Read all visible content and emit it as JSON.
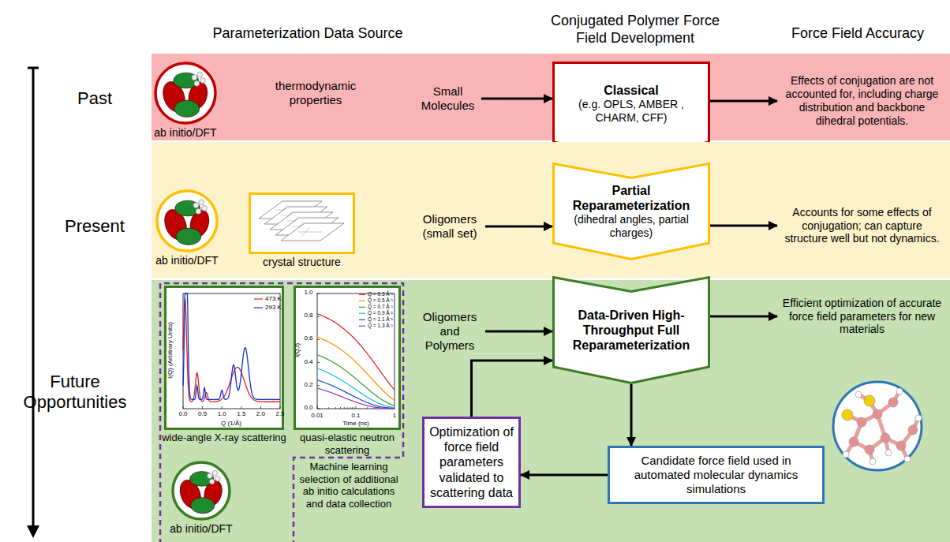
{
  "diagram": {
    "nodes": [
      {
        "text": [
          "Past"
        ]
      },
      {
        "text": [
          "ab initio/DFT"
        ],
        "in": 0
      },
      {
        "text": [
          "Small Molecules"
        ],
        "in": 0
      },
      {
        "text": [
          "Classical",
          "(e.g. OPLS, AMBER , CHARM, CFF)"
        ],
        "in": 0
      },
      {
        "text": [
          "Effects of conjugation are not accounted for, including charge distribution and backbone dihedral potentials."
        ],
        "in": 0
      },
      {
        "text": [
          "Present"
        ]
      },
      {
        "text": [
          "ab initio/DFT"
        ],
        "in": 5
      },
      {
        "text": [
          "crystal structure"
        ],
        "in": 5
      },
      {
        "text": [
          "Oligomers (small set)"
        ],
        "in": 5
      },
      {
        "text": [
          "Partial Reparameterization",
          "(dihedral angles, partial charges)"
        ],
        "in": 5
      },
      {
        "text": [
          "Accounts for some effects of conjugation; can capture structure well but not dynamics."
        ],
        "in": 5
      },
      {
        "text": [
          "Future Opportunities"
        ]
      },
      {
        "text": [
          "Machine learning selection of additional ab initio calculations and data collection"
        ],
        "in": 11
      },
      {
        "text": [
          "wide-angle X-ray scattering"
        ],
        "in": 12
      },
      {
        "text": [
          "quasi-elastic neutron scattering"
        ],
        "in": 12
      },
      {
        "text": [
          "ab initio/DFT"
        ],
        "in": 12
      },
      {
        "text": [
          "Oligomers and Polymers"
        ],
        "in": 11
      },
      {
        "text": [
          "Data-Driven High-Throughput Full Reparameterization"
        ],
        "in": 11
      },
      {
        "text": [
          "Efficient optimization of accurate force field parameters for new materials"
        ],
        "in": 11
      },
      {
        "text": [
          "Optimization of force field parameters validated to scattering data"
        ],
        "in": 11
      },
      {
        "text": [
          "Candidate force field used in automated molecular dynamics simulations"
        ],
        "in": 11
      }
    ],
    "edges": [
      {
        "from": 2,
        "to": 3,
        "arrow": "to"
      },
      {
        "from": 3,
        "to": 4,
        "arrow": "to"
      },
      {
        "from": 8,
        "to": 9,
        "arrow": "to"
      },
      {
        "from": 9,
        "to": 10,
        "arrow": "to"
      },
      {
        "from": 16,
        "to": 17,
        "arrow": "to"
      },
      {
        "from": 17,
        "to": 18,
        "arrow": "to"
      },
      {
        "from": 17,
        "to": 20,
        "arrow": "to"
      },
      {
        "from": 20,
        "to": 19,
        "arrow": "to"
      },
      {
        "from": 19,
        "to": 17,
        "arrow": "to"
      }
    ],
    "labels": [
      "Parameterization Data Source",
      "Conjugated Polymer Force Field Development",
      "Force Field Accuracy",
      "thermodynamic properties",
      "I(Q) (Arbitrary Units)",
      "Q (1/Å)",
      "0.0",
      "0.5",
      "1.0",
      "1.5",
      "2.0",
      "2.5",
      "I(Q,t)",
      "Time (ns)",
      "0.0",
      "0.2",
      "0.4",
      "0.6",
      "0.8",
      "1.0",
      "0.01",
      "0.1",
      "1"
    ],
    "legend": [
      {
        "text": "473 K"
      },
      {
        "text": "293 K"
      },
      {
        "text": "Q = 0.3 Å⁻¹"
      },
      {
        "text": "Q = 0.5 Å⁻¹"
      },
      {
        "text": "Q = 0.7 Å⁻¹"
      },
      {
        "text": "Q = 0.9 Å⁻¹"
      },
      {
        "text": "Q = 1.1 Å⁻¹"
      },
      {
        "text": "Q = 1.3 Å⁻¹"
      }
    ]
  }
}
